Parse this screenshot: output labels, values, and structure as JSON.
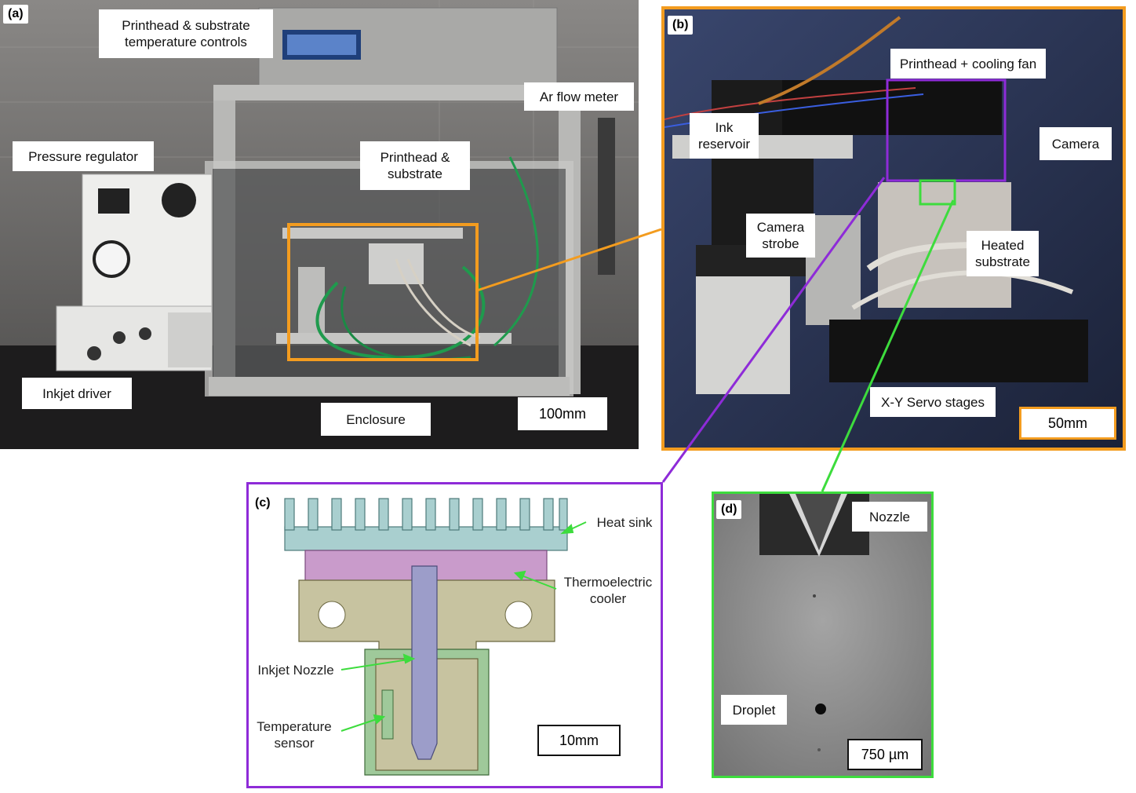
{
  "panel_a": {
    "tag": "(a)",
    "labels": {
      "temp_controls": "Printhead & substrate\ntemperature controls",
      "ar_flow_meter": "Ar flow meter",
      "pressure_regulator": "Pressure regulator",
      "printhead_substrate": "Printhead &\nsubstrate",
      "inkjet_driver": "Inkjet driver",
      "enclosure": "Enclosure",
      "scale": "100mm"
    }
  },
  "panel_b": {
    "tag": "(b)",
    "labels": {
      "printhead_fan": "Printhead + cooling fan",
      "ink_reservoir": "Ink\nreservoir",
      "camera": "Camera",
      "camera_strobe": "Camera\nstrobe",
      "heated_substrate": "Heated\nsubstrate",
      "xy_stages": "X-Y Servo stages",
      "scale": "50mm"
    }
  },
  "panel_c": {
    "tag": "(c)",
    "labels": {
      "heat_sink": "Heat sink",
      "tec": "Thermoelectric\ncooler",
      "nozzle": "Inkjet Nozzle",
      "sensor": "Temperature\nsensor",
      "scale": "10mm"
    }
  },
  "panel_d": {
    "tag": "(d)",
    "labels": {
      "nozzle": "Nozzle",
      "droplet": "Droplet",
      "scale": "750 µm"
    }
  },
  "colors": {
    "orange": "#f39c1f",
    "purple": "#8e2bd8",
    "green": "#3ddc3d"
  }
}
